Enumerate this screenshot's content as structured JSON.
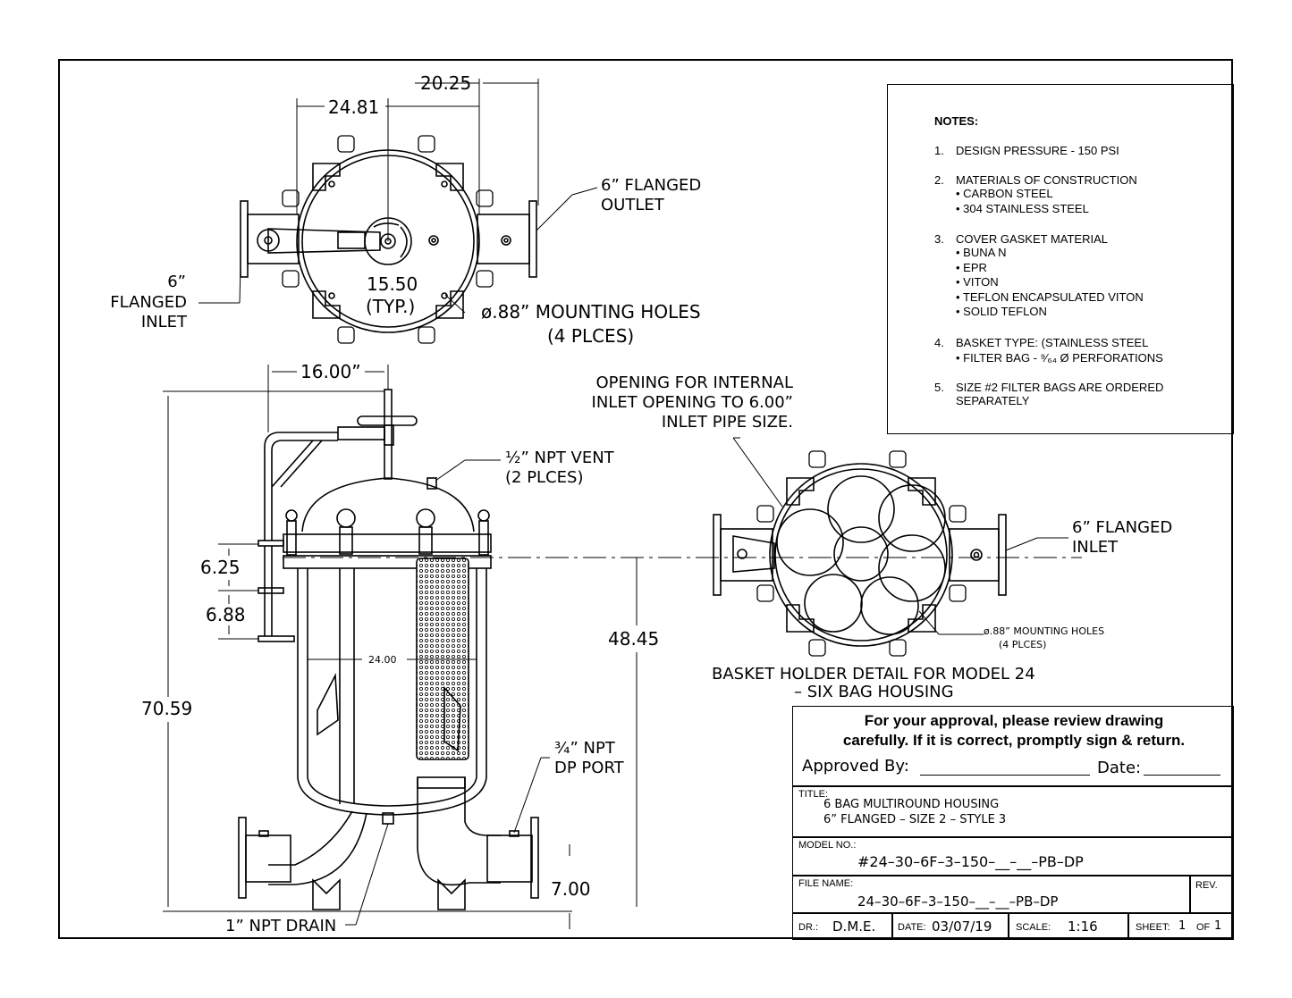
{
  "top_view": {
    "dim_a": "20.25",
    "dim_b": "24.81",
    "dim_c": "15.50",
    "dim_c_typ": "(TYP.)",
    "outlet_label_1": "6” FLANGED",
    "outlet_label_2": "OUTLET",
    "inlet_label_1": "6”",
    "inlet_label_2": "FLANGED",
    "inlet_label_3": "INLET",
    "mounting_1": "ø.88” MOUNTING HOLES",
    "mounting_2": "(4 PLCES)"
  },
  "side_view": {
    "dim_width": "16.00”",
    "dim_height": "70.59",
    "dim_625": "6.25",
    "dim_688": "6.88",
    "dim_4845": "48.45",
    "dim_2400": "24.00",
    "dim_700": "7.00",
    "vent_1": "½” NPT VENT",
    "vent_2": "(2 PLCES)",
    "dp_1": "¾” NPT",
    "dp_2": "DP PORT",
    "drain": "1” NPT DRAIN"
  },
  "detail_view": {
    "opening_1": "OPENING FOR INTERNAL",
    "opening_2": "INLET OPENING TO 6.00”",
    "opening_3": "INLET PIPE SIZE.",
    "inlet_1": "6” FLANGED",
    "inlet_2": "INLET",
    "mounting_1": "ø.88” MOUNTING HOLES",
    "mounting_2": "(4 PLCES)",
    "caption_1": "BASKET HOLDER DETAIL FOR MODEL 24",
    "caption_2": "– SIX BAG HOUSING"
  },
  "notes": {
    "header": "NOTES:",
    "items": [
      {
        "num": "1.",
        "text": "DESIGN PRESSURE - 150 PSI",
        "subs": []
      },
      {
        "num": "2.",
        "text": "MATERIALS OF CONSTRUCTION",
        "subs": [
          "CARBON STEEL",
          "304 STAINLESS STEEL"
        ]
      },
      {
        "num": "3.",
        "text": "COVER GASKET MATERIAL",
        "subs": [
          "BUNA N",
          "EPR",
          "VITON",
          "TEFLON ENCAPSULATED VITON",
          "SOLID TEFLON"
        ]
      },
      {
        "num": "4.",
        "text": "BASKET TYPE: (STAINLESS STEEL",
        "subs": [
          "FILTER BAG - ⁹⁄₆₄ Ø PERFORATIONS"
        ]
      },
      {
        "num": "5.",
        "text": "SIZE #2 FILTER BAGS ARE ORDERED",
        "subs": []
      }
    ],
    "item5_line2": "SEPARATELY"
  },
  "title_block": {
    "approval_1": "For  your approval, please review drawing",
    "approval_2": "carefully.  If it is correct, promptly sign & return.",
    "approved_by": "Approved  By:",
    "date_label": "Date:",
    "title_label": "TITLE:",
    "title_1": "6  BAG  MULTIROUND  HOUSING",
    "title_2": "6”  FLANGED  –  SIZE  2  –   STYLE  3",
    "model_label": "MODEL NO.:",
    "model": "#24–30–6F–3–150–__–__–PB–DP",
    "file_label": "FILE NAME:",
    "file": "24–30–6F–3–150–__–__–PB–DP",
    "rev_label": "REV.",
    "dr_label": "DR.:",
    "dr": "D.M.E.",
    "date_lbl": "DATE:",
    "date": "03/07/19",
    "scale_label": "SCALE:",
    "scale": "1:16",
    "sheet_label": "SHEET:",
    "sheet": "1",
    "of_label": "OF",
    "of": "1"
  }
}
